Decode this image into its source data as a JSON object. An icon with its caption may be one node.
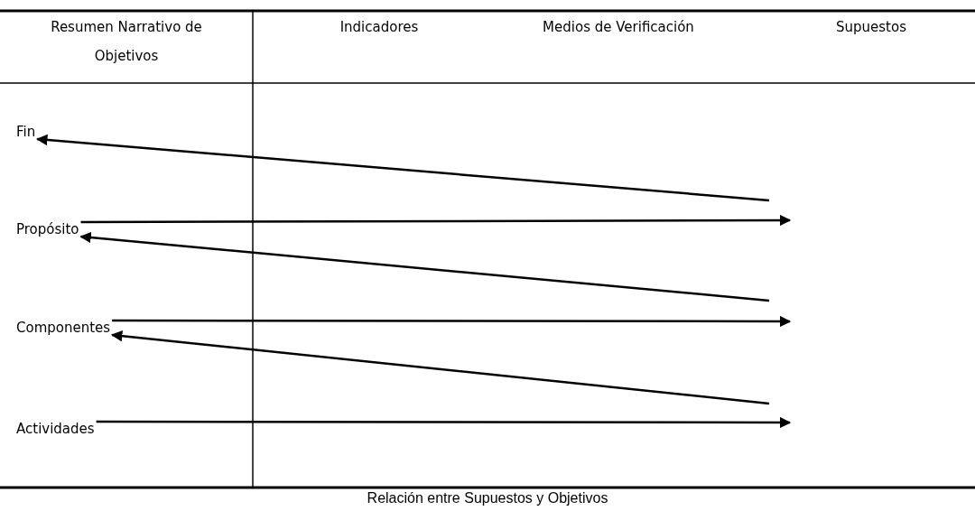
{
  "diagram": {
    "caption": "Relación entre Supuestos y Objetivos",
    "nodes": [
      {
        "text": [
          "Fin"
        ]
      },
      {
        "text": [
          "Propósito"
        ]
      },
      {
        "text": [
          "Componentes"
        ]
      },
      {
        "text": [
          "Actividades"
        ]
      }
    ],
    "edges": [
      {
        "from": null,
        "to": 0,
        "arrow": "to"
      },
      {
        "from": 1,
        "to": null,
        "arrow": "to"
      },
      {
        "from": null,
        "to": 1,
        "arrow": "to"
      },
      {
        "from": 2,
        "to": null,
        "arrow": "to"
      },
      {
        "from": null,
        "to": 2,
        "arrow": "to"
      },
      {
        "from": 3,
        "to": null,
        "arrow": "to"
      }
    ],
    "labels": [
      "Resumen Narrativo de Objetivos",
      "Indicadores",
      "Medios de Verificación",
      "Supuestos"
    ]
  }
}
